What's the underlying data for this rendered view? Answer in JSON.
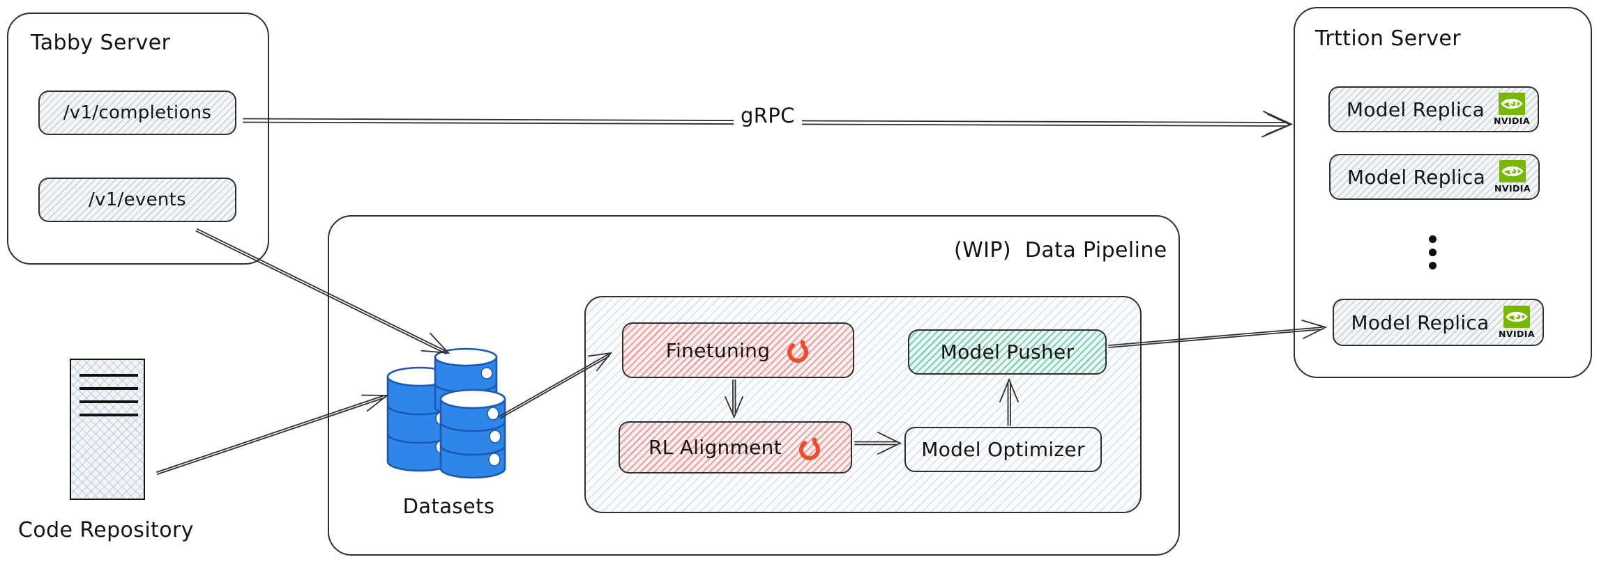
{
  "tabby_server": {
    "title": "Tabby Server",
    "endpoints": [
      "/v1/completions",
      "/v1/events"
    ]
  },
  "code_repository": {
    "label": "Code Repository"
  },
  "datasets": {
    "label": "Datasets"
  },
  "data_pipeline": {
    "title": "(WIP)  Data Pipeline",
    "finetuning": "Finetuning",
    "rl_alignment": "RL Alignment",
    "model_pusher": "Model Pusher",
    "model_optimizer": "Model Optimizer"
  },
  "triton_server": {
    "title": "Trttion Server",
    "replicas": [
      "Model Replica",
      "Model Replica",
      "Model Replica"
    ],
    "gpu_wordmark": "NVIDIA"
  },
  "edges": {
    "grpc_label": "gRPC"
  },
  "colors": {
    "ink": "#2e2e2e",
    "nvidia_green": "#76b900",
    "pytorch_orange": "#ee4c2c",
    "dataset_blue": "#2e86e8",
    "dataset_blue_dark": "#1b57b5",
    "node_red_hatch": "#e05151",
    "node_green_hatch": "#14a385"
  }
}
